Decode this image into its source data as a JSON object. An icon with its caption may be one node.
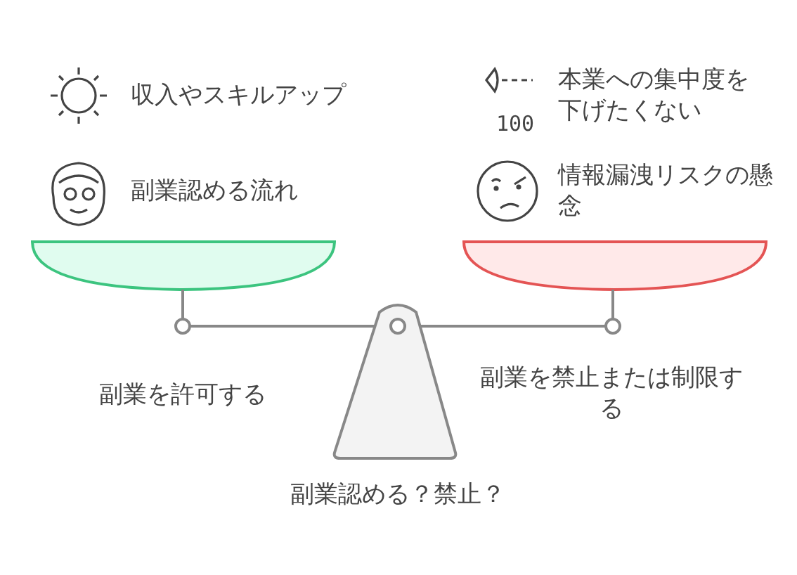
{
  "diagram": {
    "labels": [
      "収入やスキルアップ",
      "本業への集中度を下げたくない",
      "100",
      "副業認める流れ",
      "情報漏洩リスクの懸念",
      "副業を許可する",
      "副業を禁止または制限する",
      "副業認める？禁止？"
    ]
  }
}
